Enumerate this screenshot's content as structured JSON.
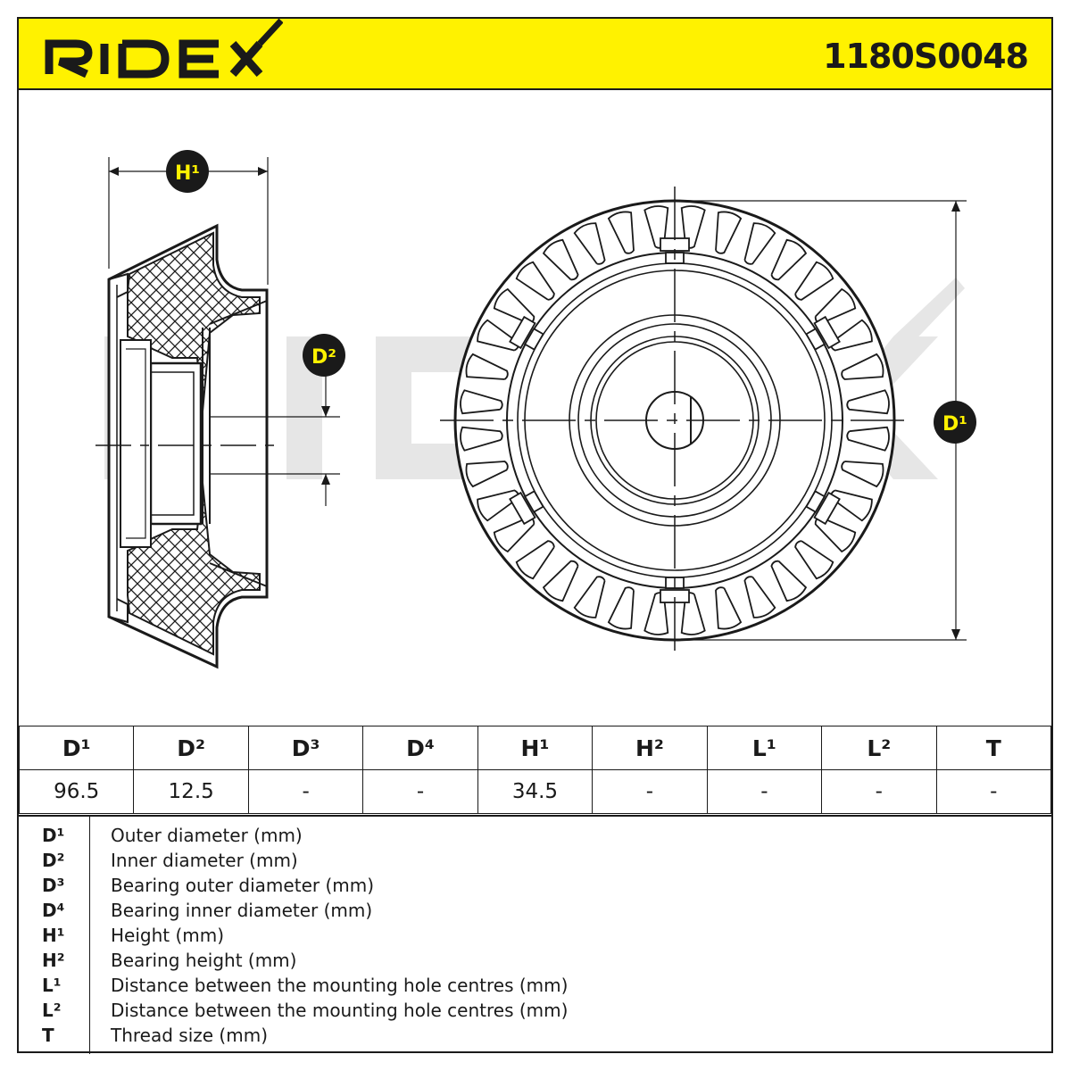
{
  "header": {
    "brand": "RIDEX",
    "part_number": "1180S0048"
  },
  "drawing": {
    "callouts": {
      "h1": "H¹",
      "d2": "D²",
      "d1": "D¹"
    },
    "watermark": "RIDEX"
  },
  "spec_table": {
    "headers": [
      "D¹",
      "D²",
      "D³",
      "D⁴",
      "H¹",
      "H²",
      "L¹",
      "L²",
      "T"
    ],
    "values": [
      "96.5",
      "12.5",
      "-",
      "-",
      "34.5",
      "-",
      "-",
      "-",
      "-"
    ]
  },
  "legend": [
    {
      "code": "D¹",
      "desc": "Outer diameter (mm)"
    },
    {
      "code": "D²",
      "desc": "Inner diameter (mm)"
    },
    {
      "code": "D³",
      "desc": "Bearing outer diameter (mm)"
    },
    {
      "code": "D⁴",
      "desc": "Bearing inner diameter (mm)"
    },
    {
      "code": "H¹",
      "desc": "Height (mm)"
    },
    {
      "code": "H²",
      "desc": "Bearing height (mm)"
    },
    {
      "code": "L¹",
      "desc": "Distance between the mounting hole centres (mm)"
    },
    {
      "code": "L²",
      "desc": "Distance between the mounting hole centres (mm)"
    },
    {
      "code": "T",
      "desc": "Thread size (mm)"
    }
  ],
  "colors": {
    "brand_yellow": "#fff200",
    "ink": "#1a1a1a",
    "watermark": "#e6e6e6"
  }
}
